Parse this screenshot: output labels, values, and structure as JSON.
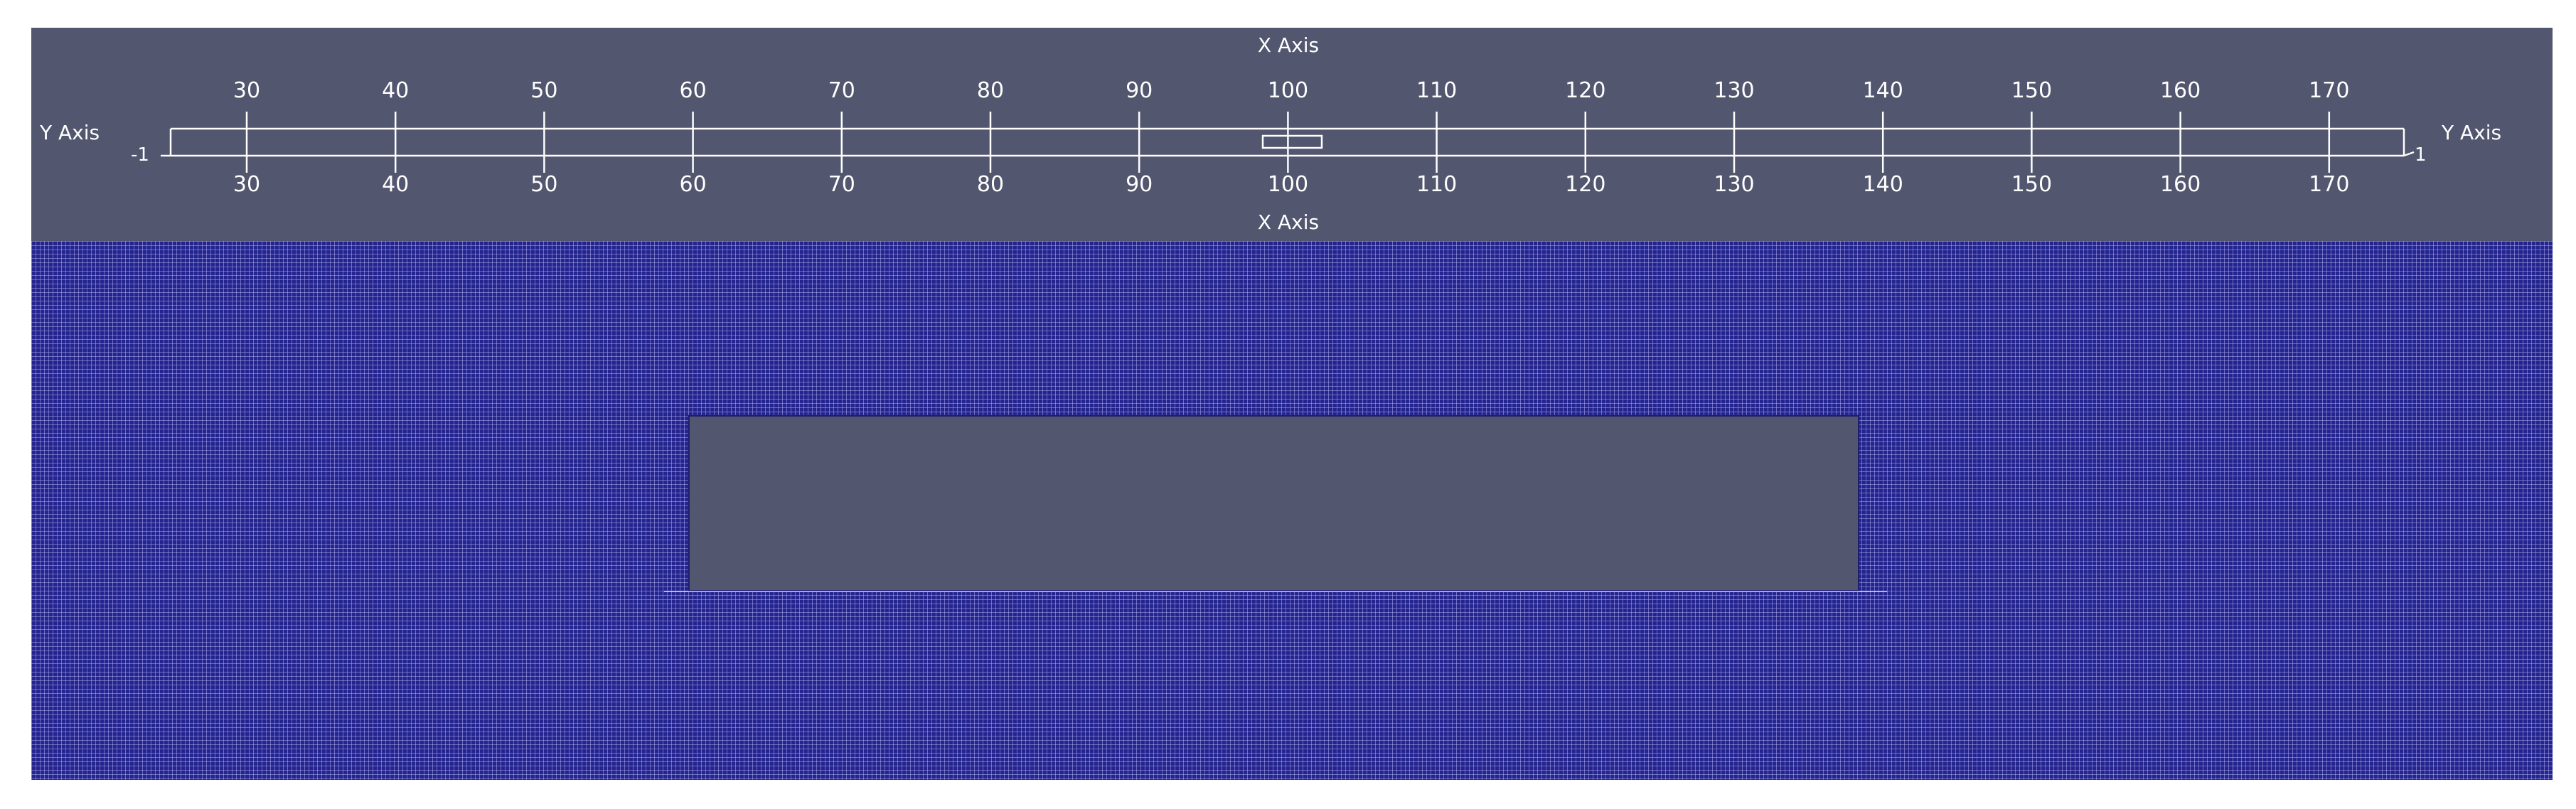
{
  "viewport": {
    "background_color": "#52566f",
    "mesh_color": "#24248f",
    "mesh_line_color": "#c8c8ff",
    "hole_color": "#52566f"
  },
  "axes": {
    "x_axis_title_top": "X Axis",
    "x_axis_title_bottom": "X Axis",
    "y_axis_title_left": "Y Axis",
    "y_axis_title_right": "Y Axis",
    "y_tick_left": "-1",
    "y_tick_right": "1",
    "x_ticks": [
      "30",
      "40",
      "50",
      "60",
      "70",
      "80",
      "90",
      "100",
      "110",
      "120",
      "130",
      "140",
      "150",
      "160",
      "170"
    ]
  },
  "icons": {
    "region_marker": "rectangle-marker-icon"
  }
}
